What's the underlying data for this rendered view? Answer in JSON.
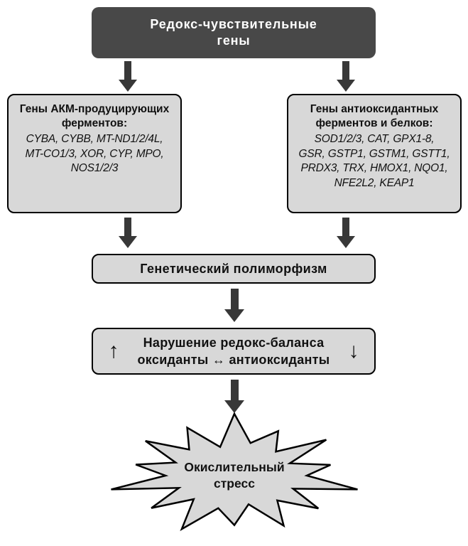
{
  "diagram": {
    "title": "Редокс-чувствительные\nгены",
    "left_box": {
      "heading": "Гены АКМ-продуцирующих\nферментов:",
      "genes": "CYBA, CYBB, MT-ND1/2/4L,\nMT-CO1/3, XOR, CYP, MPO,\nNOS1/2/3"
    },
    "right_box": {
      "heading": "Гены антиоксидантных\nферментов и белков:",
      "genes": "SOD1/2/3, CAT, GPX1-8,\nGSR, GSTP1, GSTM1, GSTT1,\nPRDX3, TRX, HMOX1, NQO1,\nNFE2L2, KEAP1"
    },
    "polymorphism_box": {
      "label": "Генетический полиморфизм"
    },
    "imbalance_box": {
      "up_arrow": "↑",
      "line1": "Нарушение редокс-баланса",
      "line2": "оксиданты ↔ антиоксиданты",
      "down_arrow": "↓"
    },
    "starburst": {
      "label": "Окислительный\nстресс"
    },
    "colors": {
      "dark_box": "#484848",
      "light_box": "#d8d8d8",
      "arrow": "#383838",
      "border": "#000000"
    }
  }
}
